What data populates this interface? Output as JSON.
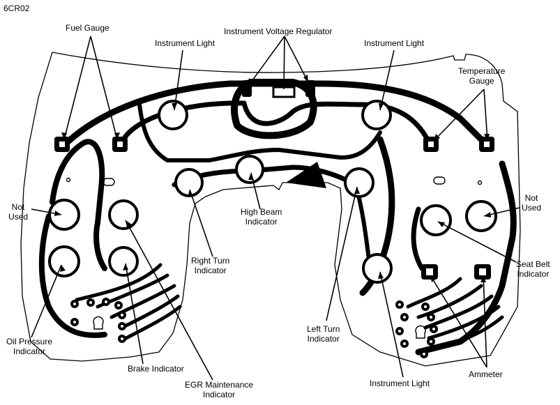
{
  "figure_id": "6CR02",
  "labels": {
    "fuel_gauge": "Fuel Gauge",
    "instrument_light_left": "Instrument Light",
    "instrument_voltage_regulator": "Instrument Voltage Regulator",
    "instrument_light_right": "Instrument Light",
    "temperature_gauge": [
      "Temperature",
      "Gauge"
    ],
    "not_used_left": [
      "Not",
      "Used"
    ],
    "not_used_right": [
      "Not",
      "Used"
    ],
    "high_beam_indicator": [
      "High Beam",
      "Indicator"
    ],
    "right_turn_indicator": [
      "Right Turn",
      "Indicator"
    ],
    "left_turn_indicator": [
      "Left Turn",
      "Indicator"
    ],
    "seat_belt_indicator": [
      "Seat Belt",
      "Indicator"
    ],
    "oil_pressure_indicator": [
      "Oil Pressure",
      "Indicator"
    ],
    "brake_indicator": "Brake Indicator",
    "egr_maintenance_indicator": [
      "EGR Maintenance",
      "Indicator"
    ],
    "instrument_light_bottom": "Instrument Light",
    "ammeter": "Ammeter"
  }
}
